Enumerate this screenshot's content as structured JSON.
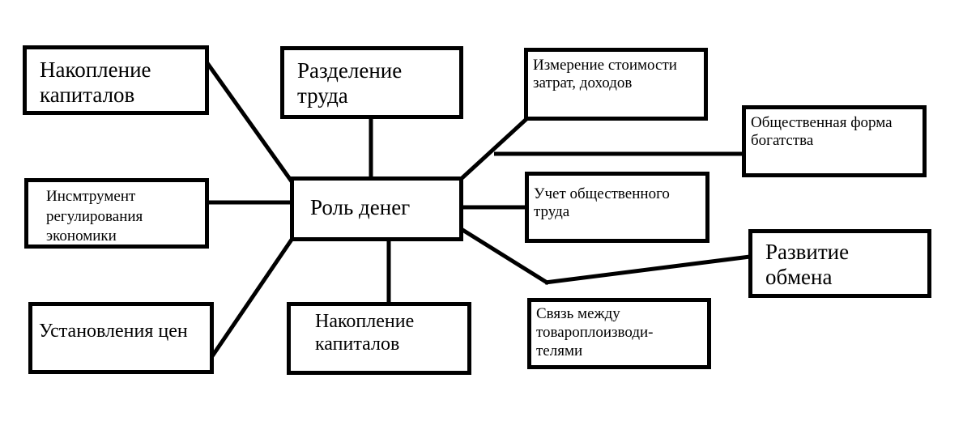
{
  "center": {
    "label": "Роль денег"
  },
  "nodes": {
    "accumulation_top": {
      "line1": "Накопление",
      "line2": "капиталов"
    },
    "division_labor": {
      "line1": "Разделение",
      "line2": "труда"
    },
    "measurement": {
      "line1": "Измерение стоимости",
      "line2": "затрат, доходов"
    },
    "wealth_form": {
      "line1": "Общественная форма",
      "line2": "богатства"
    },
    "regulation": {
      "line1": "Инсмтрумент",
      "line2": "регулирования",
      "line3": "экономики"
    },
    "labor_accounting": {
      "line1": "Учет общественного",
      "line2": "труда"
    },
    "exchange": {
      "line1": "Развитие",
      "line2": "обмена"
    },
    "pricing": {
      "line1": "Установления цен"
    },
    "accumulation_bottom": {
      "line1": "Накопление",
      "line2": "капиталов"
    },
    "producers_link": {
      "line1": "Связь между",
      "line2": "товароплоизводи-",
      "line3": "телями"
    }
  }
}
